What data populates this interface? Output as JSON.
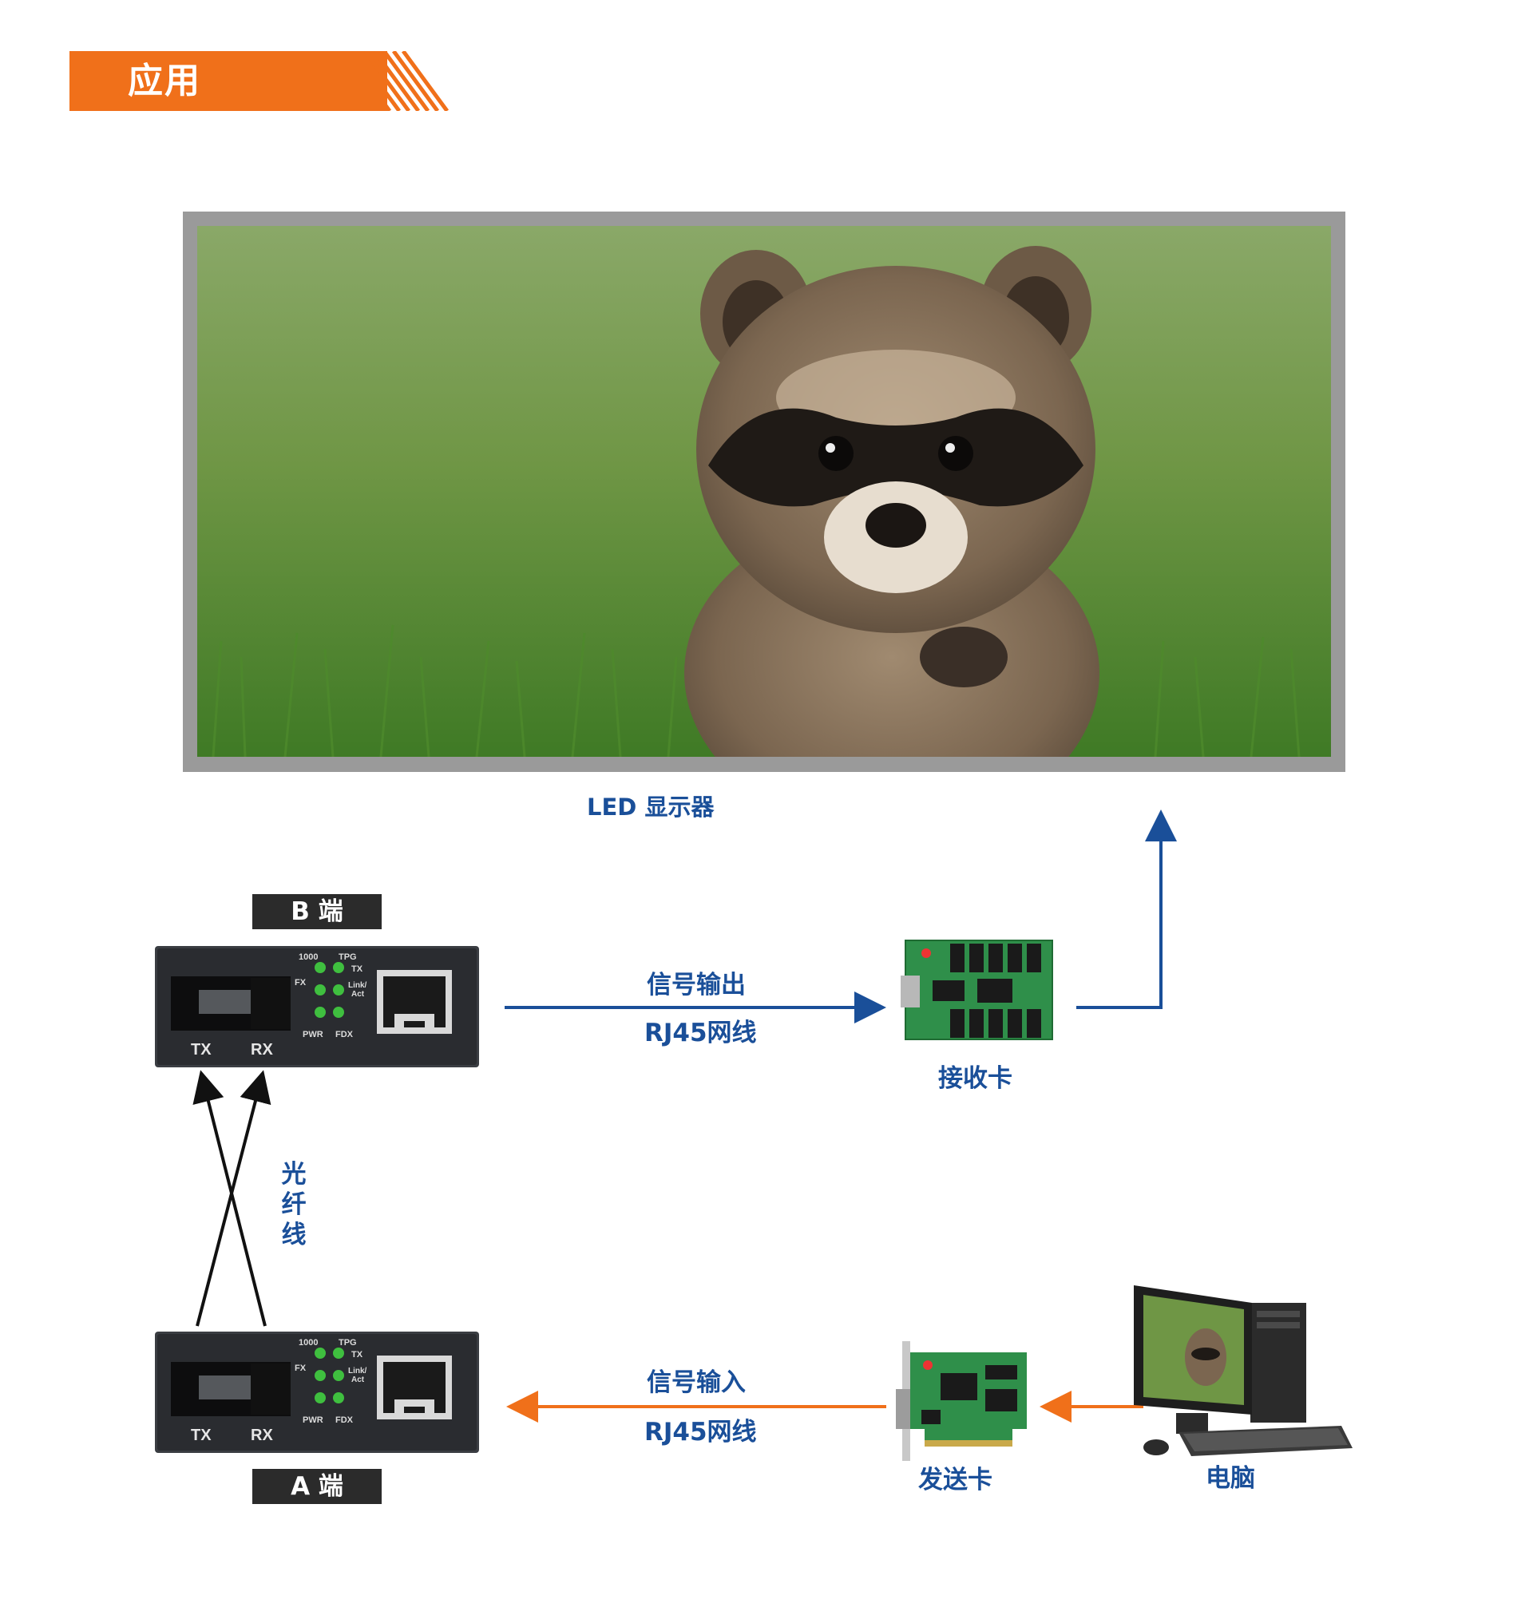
{
  "header": {
    "title": "应用",
    "accent": "#f0701a"
  },
  "display": {
    "label": "LED 显示器"
  },
  "endpoints": {
    "b": "B 端",
    "a": "A 端"
  },
  "converter": {
    "leds": [
      "1000",
      "TPG",
      "TX",
      "FX",
      "Link/",
      "Act",
      "PWR",
      "FDX"
    ],
    "ports": [
      "TX",
      "RX"
    ]
  },
  "links": {
    "output": {
      "title": "信号输出",
      "cable": "RJ45网线",
      "color": "#1a4f99"
    },
    "input": {
      "title": "信号输入",
      "cable": "RJ45网线",
      "color": "#f0701a"
    },
    "fiber": [
      "光",
      "纤",
      "线"
    ]
  },
  "devices": {
    "receiver": "接收卡",
    "sender": "发送卡",
    "computer": "电脑"
  }
}
